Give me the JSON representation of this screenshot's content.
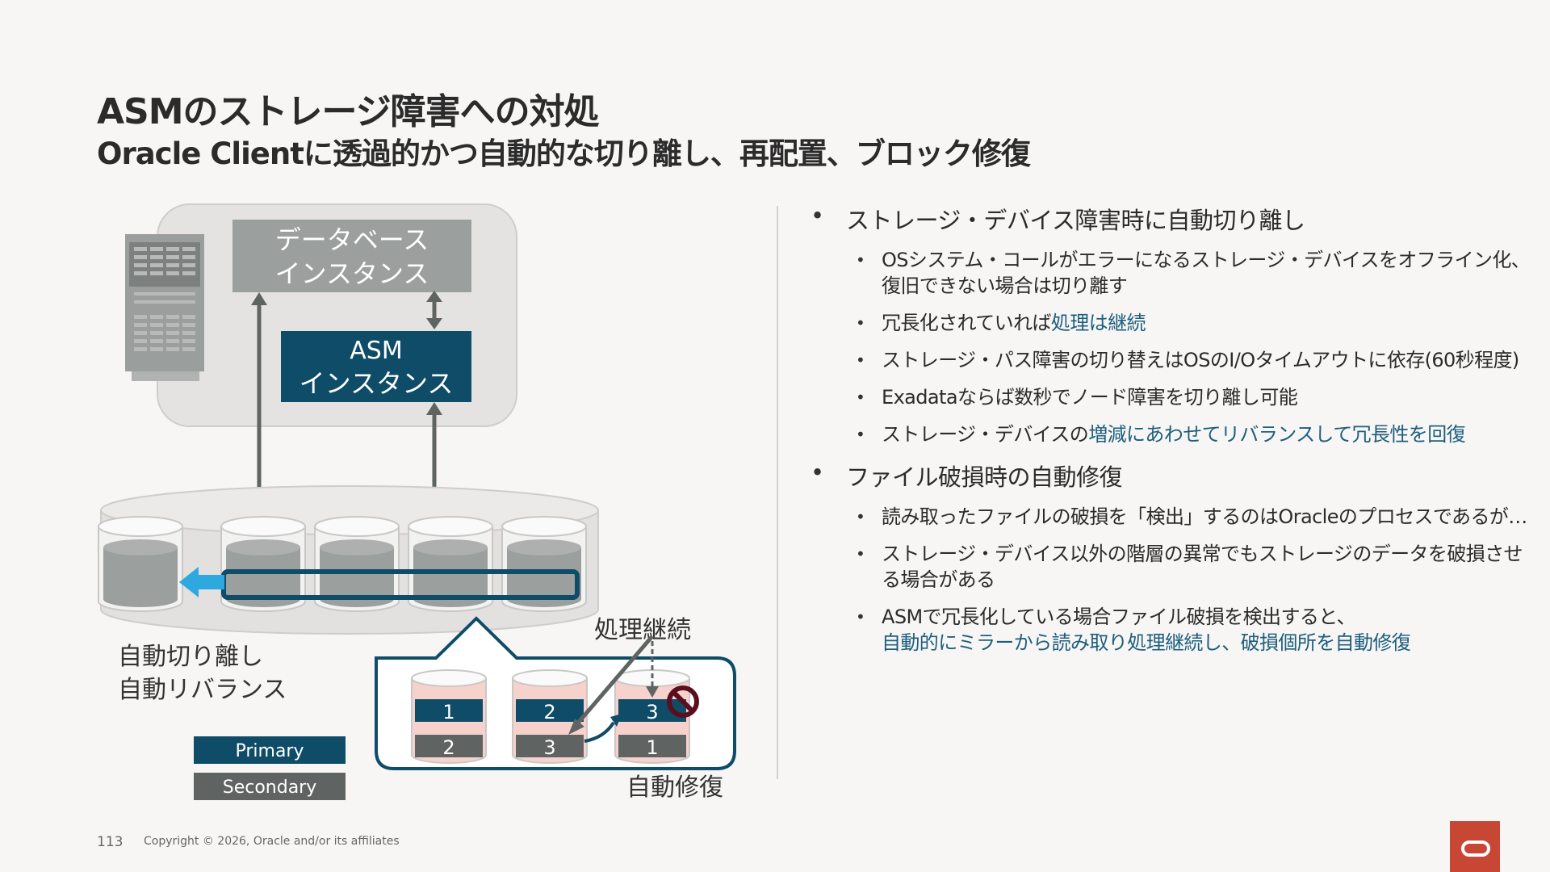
{
  "header": {
    "title": "ASMのストレージ障害への対処",
    "subtitle": "Oracle Clientに透過的かつ自動的な切り離し、再配置、ブロック修復"
  },
  "diagram": {
    "db_instance_line1": "データベース",
    "db_instance_line2": "インスタンス",
    "asm_instance_line1": "ASM",
    "asm_instance_line2": "インスタンス",
    "auto_detach": "自動切り離し",
    "auto_rebalance": "自動リバランス",
    "processing_continues": "処理継続",
    "auto_repair": "自動修復",
    "legend_primary": "Primary",
    "legend_secondary": "Secondary",
    "disk1_primary": "1",
    "disk1_secondary": "2",
    "disk2_primary": "2",
    "disk2_secondary": "3",
    "disk3_primary": "3",
    "disk3_secondary": "1",
    "colors": {
      "primary": "#0f4c68",
      "secondary": "#5f6462",
      "accent": "#2ea9e0",
      "frame": "#1d5e7e"
    }
  },
  "bullets": [
    {
      "text": "ストレージ・デバイス障害時に自動切り離し",
      "sub": [
        {
          "text": "OSシステム・コールがエラーになるストレージ・デバイスをオフライン化、復旧できない場合は切り離す",
          "hl": ""
        },
        {
          "text": "冗長化されていれば",
          "hl": "処理は継続"
        },
        {
          "text": "ストレージ・パス障害の切り替えはOSのI/Oタイムアウトに依存(60秒程度)",
          "hl": ""
        },
        {
          "text": "Exadataならば数秒でノード障害を切り離し可能",
          "hl": ""
        },
        {
          "text": "ストレージ・デバイスの",
          "hl": "増減にあわせてリバランスして冗長性を回復"
        }
      ]
    },
    {
      "text": "ファイル破損時の自動修復",
      "sub": [
        {
          "text": "読み取ったファイルの破損を「検出」するのはOracleのプロセスであるが…",
          "hl": ""
        },
        {
          "text": "ストレージ・デバイス以外の階層の異常でもストレージのデータを破損させる場合がある",
          "hl": ""
        },
        {
          "text": "ASMで冗長化している場合ファイル破損を検出すると、",
          "hl": "自動的にミラーから読み取り処理継続し、破損個所を自動修復"
        }
      ]
    }
  ],
  "footer": {
    "page_number": "113",
    "copyright": "Copyright © 2026, Oracle and/or its affiliates"
  }
}
